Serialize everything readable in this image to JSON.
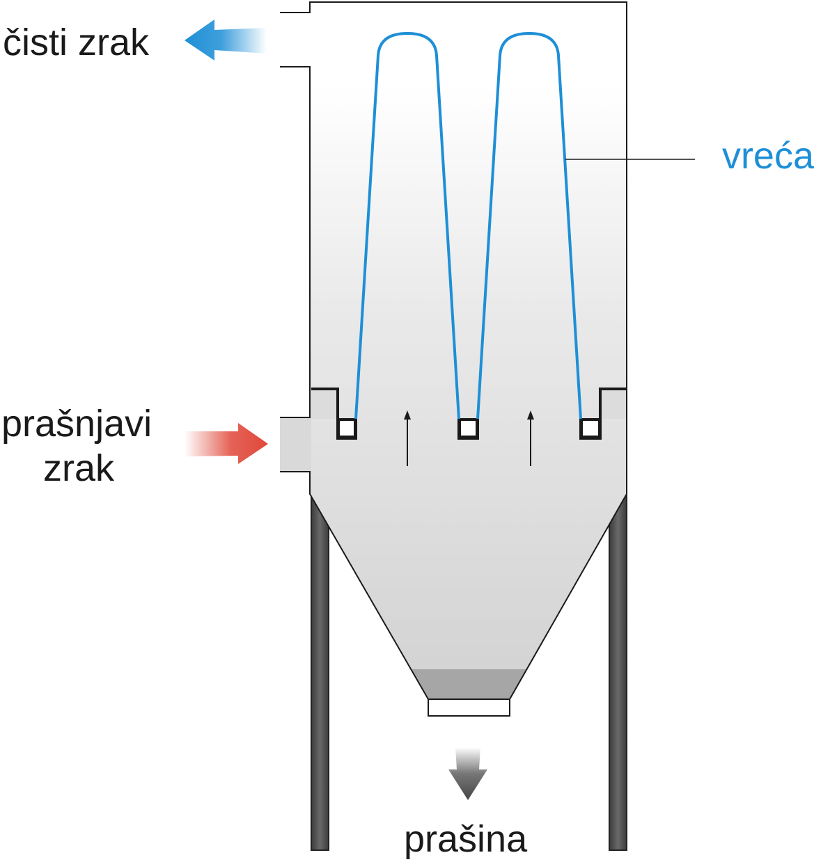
{
  "labels": {
    "clean_air": "čisti zrak",
    "dusty_air_line1": "prašnjavi",
    "dusty_air_line2": "zrak",
    "bag": "vreća",
    "dust": "prašina"
  },
  "colors": {
    "bag": "#1e8fd6",
    "clean_air_arrow": "#1e8fd6",
    "dusty_air_arrow": "#e0483a",
    "interior_gray": "#d4d4d4",
    "dust_layer": "#a6a6a6",
    "legs": "#555555",
    "outline": "#1a1a1a"
  },
  "icons": {
    "clean_air_arrow": "arrow-left-icon",
    "dusty_air_arrow": "arrow-right-icon",
    "dust_arrow": "arrow-down-icon",
    "flow_arrows": "arrow-up-icon"
  }
}
